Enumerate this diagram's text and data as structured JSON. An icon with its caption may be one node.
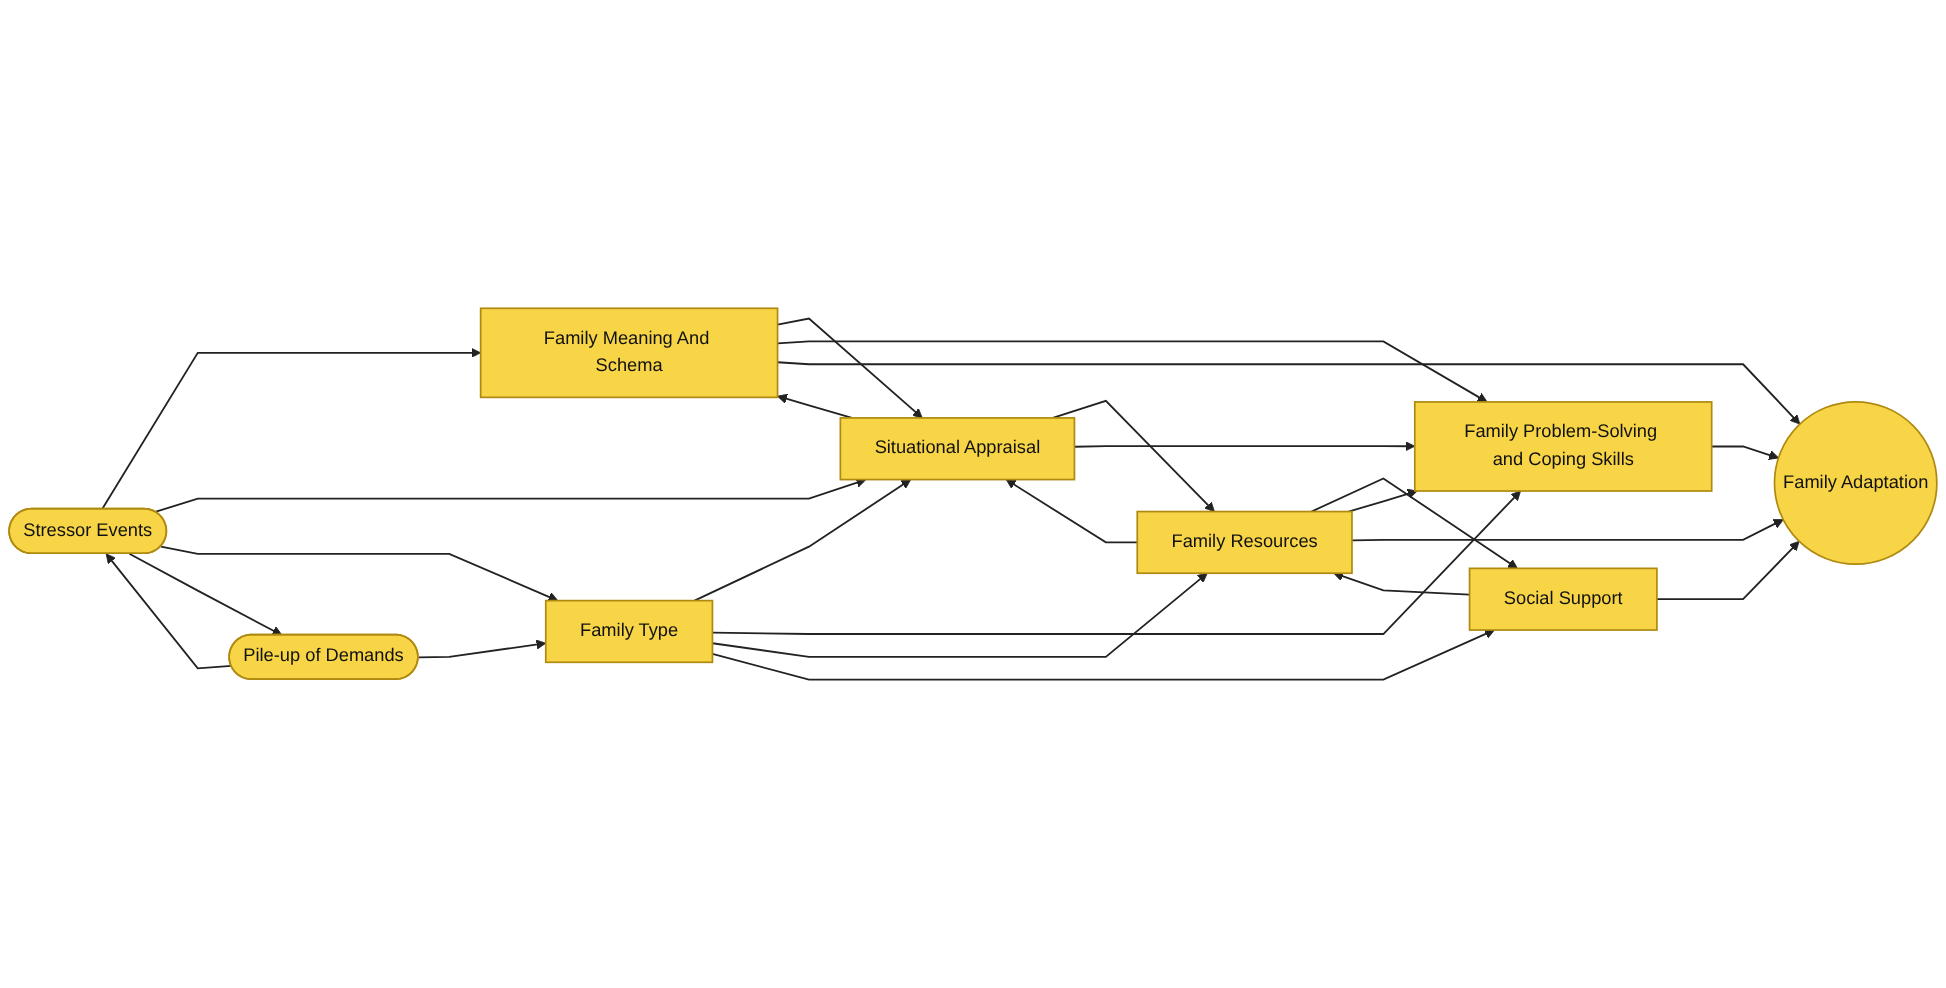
{
  "diagram": {
    "nodes": [
      {
        "text": [
          "Stressor Events"
        ]
      },
      {
        "text": [
          "Family Meaning And Schema"
        ]
      },
      {
        "text": [
          "Situational Appraisal"
        ]
      },
      {
        "text": [
          "Family Type"
        ]
      },
      {
        "text": [
          "Family Problem-Solving and Coping Skills"
        ]
      },
      {
        "text": [
          "Family Adaptation"
        ]
      },
      {
        "text": [
          "Family Resources"
        ]
      },
      {
        "text": [
          "Pile-up of Demands"
        ]
      },
      {
        "text": [
          "Social Support"
        ]
      }
    ],
    "edges": [
      {
        "from": 0,
        "to": 1,
        "arrow": "to"
      },
      {
        "from": 0,
        "to": 2,
        "arrow": "to"
      },
      {
        "from": 0,
        "to": 3,
        "arrow": "to"
      },
      {
        "from": 0,
        "to": 7,
        "arrow": "to"
      },
      {
        "from": 7,
        "to": 0,
        "arrow": "to"
      },
      {
        "from": 7,
        "to": 3,
        "arrow": "to"
      },
      {
        "from": 3,
        "to": 2,
        "arrow": "to"
      },
      {
        "from": 3,
        "to": 4,
        "arrow": "to"
      },
      {
        "from": 3,
        "to": 6,
        "arrow": "to"
      },
      {
        "from": 3,
        "to": 8,
        "arrow": "to"
      },
      {
        "from": 1,
        "to": 2,
        "arrow": "to"
      },
      {
        "from": 2,
        "to": 1,
        "arrow": "to"
      },
      {
        "from": 2,
        "to": 6,
        "arrow": "to"
      },
      {
        "from": 6,
        "to": 2,
        "arrow": "to"
      },
      {
        "from": 6,
        "to": 8,
        "arrow": "to"
      },
      {
        "from": 8,
        "to": 6,
        "arrow": "to"
      },
      {
        "from": 1,
        "to": 4,
        "arrow": "to"
      },
      {
        "from": 1,
        "to": 5,
        "arrow": "to"
      },
      {
        "from": 2,
        "to": 4,
        "arrow": "to"
      },
      {
        "from": 6,
        "to": 4,
        "arrow": "to"
      },
      {
        "from": 6,
        "to": 5,
        "arrow": "to"
      },
      {
        "from": 8,
        "to": 5,
        "arrow": "to"
      },
      {
        "from": 4,
        "to": 5,
        "arrow": "to"
      }
    ]
  }
}
